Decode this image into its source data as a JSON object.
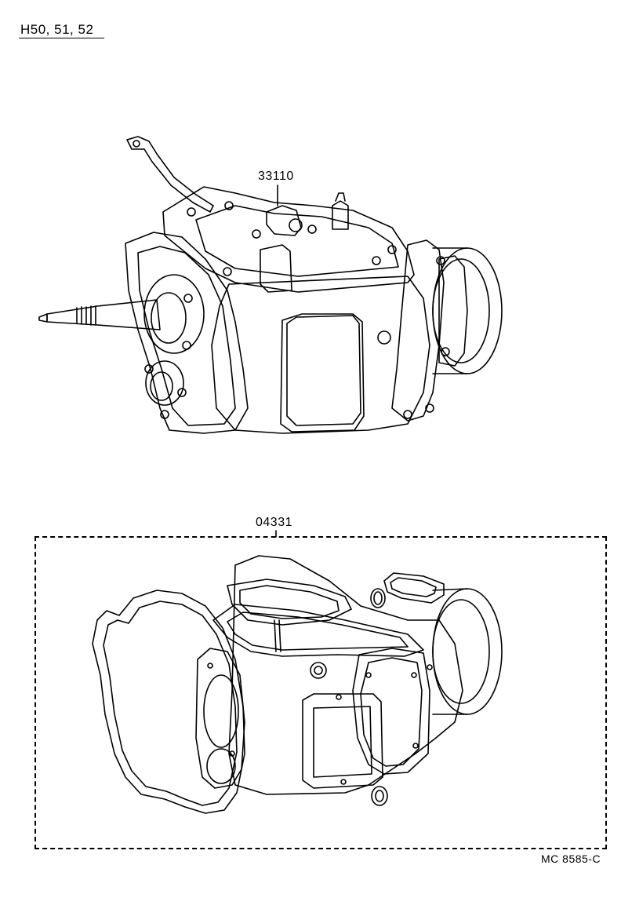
{
  "header": {
    "model_label": "H50, 51, 52"
  },
  "parts": [
    {
      "number": "33110"
    },
    {
      "number": "04331"
    }
  ],
  "footer": {
    "ref_code": "MC 8585-C"
  }
}
